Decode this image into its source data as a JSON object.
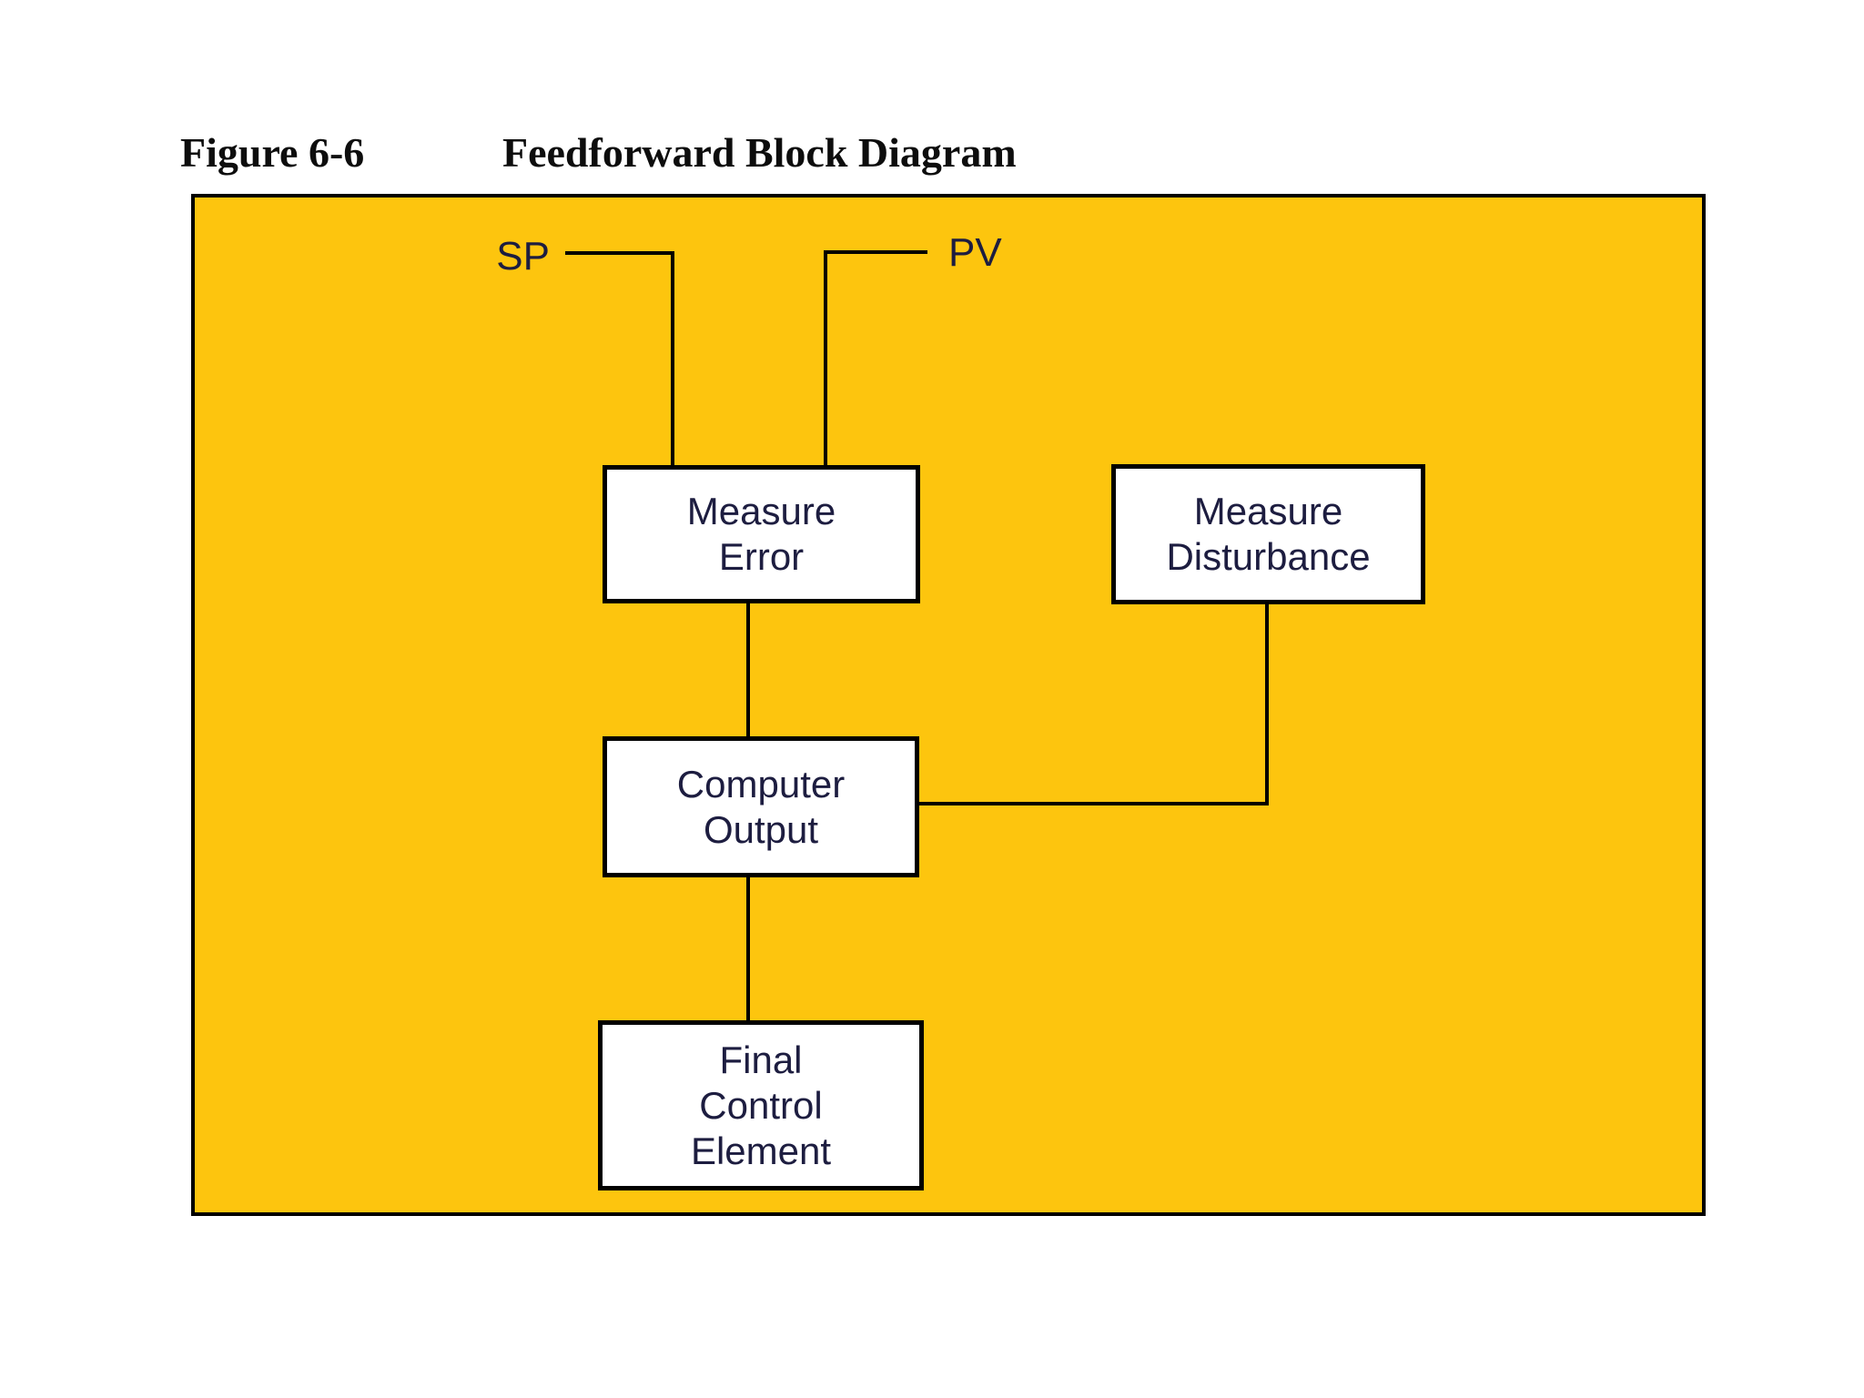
{
  "figure": {
    "label": "Figure 6-6",
    "title": "Feedforward Block Diagram"
  },
  "diagram": {
    "canvas_color": "#FDC50E",
    "line_color": "#000000",
    "box_fill": "#FFFFFF",
    "text_color": "#1D1D40",
    "title_color": "#0D0D0D",
    "input_labels": {
      "sp": "SP",
      "pv": "PV"
    },
    "blocks": {
      "measure_error": {
        "line1": "Measure",
        "line2": "Error"
      },
      "measure_disturbance": {
        "line1": "Measure",
        "line2": "Disturbance"
      },
      "computer_output": {
        "line1": "Computer",
        "line2": "Output"
      },
      "final_control_element": {
        "line1": "Final",
        "line2": "Control",
        "line3": "Element"
      }
    }
  }
}
